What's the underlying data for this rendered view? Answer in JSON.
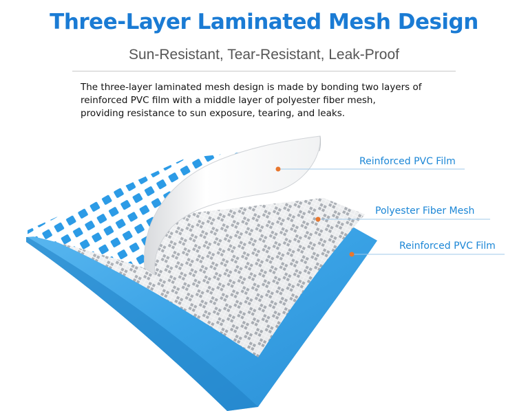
{
  "title": "Three-Layer Laminated Mesh Design",
  "subtitle": "Sun-Resistant, Tear-Resistant, Leak-Proof",
  "description": [
    "The three-layer laminated mesh design is made by bonding two layers of",
    "reinforced PVC film with a middle layer of polyester fiber mesh,",
    "providing resistance to sun exposure, tearing, and leaks."
  ],
  "layers": [
    {
      "label": "Reinforced PVC Film"
    },
    {
      "label": "Polyester Fiber Mesh"
    },
    {
      "label": "Reinforced PVC Film"
    }
  ],
  "colors": {
    "accent": "#1a7bd4",
    "label": "#1b86d6",
    "marker": "#e8772e",
    "film_blue": "#3aa3e6",
    "mesh_grey": "#cfd3d8"
  }
}
